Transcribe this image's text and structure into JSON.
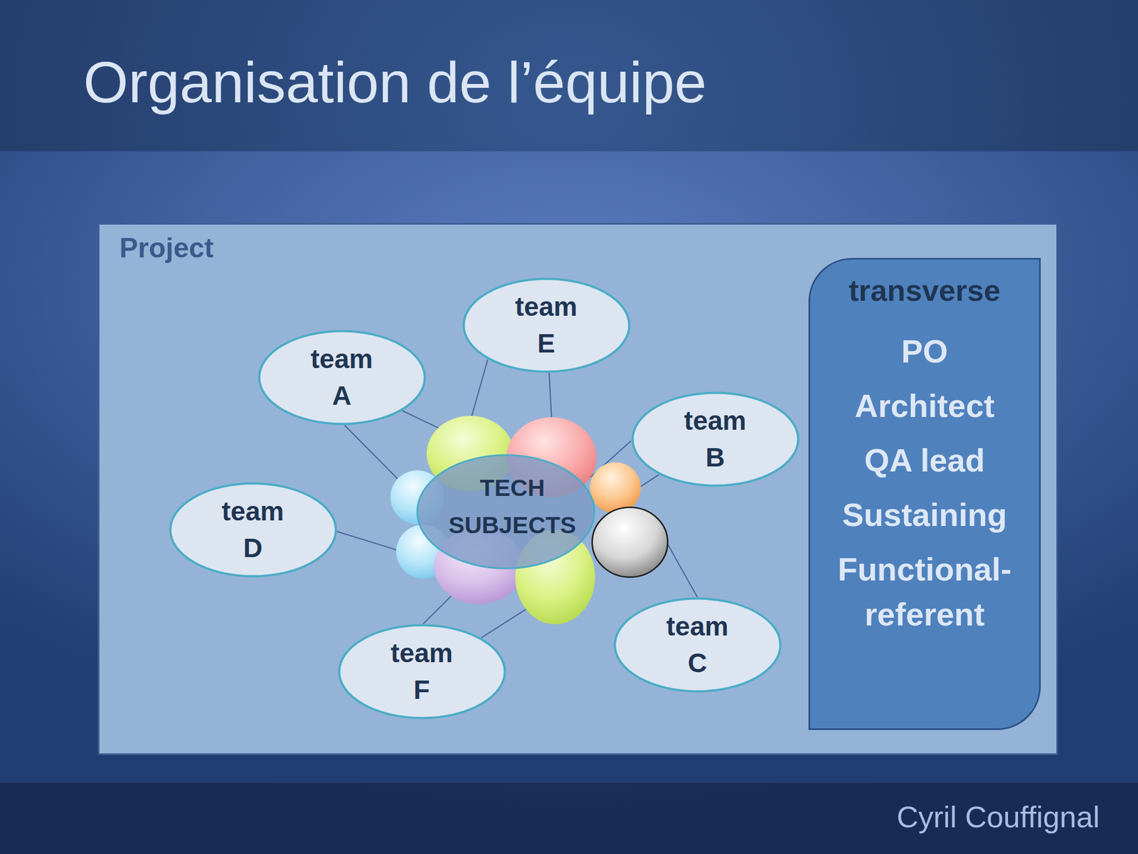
{
  "diagram": {
    "title": "Organisation de l’équipe",
    "nodes": [
      {
        "text": [
          "Project"
        ]
      },
      {
        "text": [
          "team A"
        ],
        "in": 0
      },
      {
        "text": [
          "team E"
        ],
        "in": 0
      },
      {
        "text": [
          "team B"
        ],
        "in": 0
      },
      {
        "text": [
          "TECH SUBJECTS"
        ],
        "in": 0
      },
      {
        "text": [
          "team D"
        ],
        "in": 0
      },
      {
        "text": [
          "team C"
        ],
        "in": 0
      },
      {
        "text": [
          "team F"
        ],
        "in": 0
      },
      {
        "text": [
          "transverse",
          "PO",
          "Architect",
          "QA lead",
          "Sustaining",
          "Functional-referent"
        ],
        "in": 0
      }
    ],
    "edges": [
      {
        "from": 1,
        "to": 4,
        "arrow": "none"
      },
      {
        "from": 1,
        "to": 4,
        "arrow": "none"
      },
      {
        "from": 2,
        "to": 4,
        "arrow": "none"
      },
      {
        "from": 2,
        "to": 4,
        "arrow": "none"
      },
      {
        "from": 3,
        "to": 4,
        "arrow": "none"
      },
      {
        "from": 3,
        "to": 4,
        "arrow": "none"
      },
      {
        "from": 5,
        "to": 4,
        "arrow": "none"
      },
      {
        "from": 6,
        "to": 4,
        "arrow": "none"
      },
      {
        "from": 7,
        "to": 4,
        "arrow": "none"
      },
      {
        "from": 7,
        "to": 4,
        "arrow": "none"
      }
    ],
    "labels": [
      "Cyril Couffignal"
    ]
  }
}
